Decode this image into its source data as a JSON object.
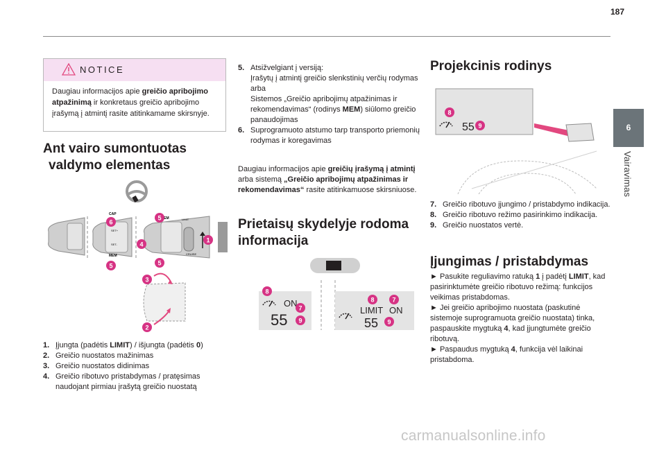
{
  "page": {
    "number": "187"
  },
  "side_tab": {
    "number": "6",
    "label": "Vairavimas"
  },
  "notice": {
    "title": "NOTICE",
    "text_1": "Daugiau informacijos apie ",
    "text_bold": "greičio apribojimo atpažinimą",
    "text_2": " ir konkretaus greičio apribojimo įrašymą į atmintį rasite atitinkamame skirsnyje."
  },
  "section1": {
    "title_line1": "Ant vairo sumontuotas",
    "title_line2": "valdymo elementas",
    "figure_labels": {
      "cap": "CAP",
      "mem": "MEM",
      "set_minus": "SET-",
      "set_plus": "SET+",
      "limit": "LIMIT",
      "cruise": "CRUISE",
      "zero": "0"
    },
    "callouts": [
      "1",
      "2",
      "3",
      "4",
      "5",
      "6"
    ],
    "items": [
      {
        "n": "1.",
        "t1": "Įjungta (padėtis ",
        "b": "LIMIT",
        "t2": ") / išjungta (padėtis ",
        "b2": "0",
        "t3": ")"
      },
      {
        "n": "2.",
        "t1": "Greičio nuostatos mažinimas"
      },
      {
        "n": "3.",
        "t1": "Greičio nuostatos didinimas"
      },
      {
        "n": "4.",
        "t1": "Greičio ribotuvo pristabdymas / pratęsimas naudojant pirmiau įrašytą greičio nuostatą"
      }
    ]
  },
  "section1_cont": {
    "items": [
      {
        "n": "5.",
        "lines": [
          "Atsižvelgiant į versiją:",
          "Įrašytų į atmintį greičio slenkstinių verčių rodymas",
          "arba"
        ],
        "t_before": "Sistemos „Greičio apribojimų atpažinimas ir rekomendavimas“ (rodinys ",
        "b": "MEM",
        "t_after": ") siūlomo greičio panaudojimas"
      },
      {
        "n": "6.",
        "t1": "Suprogramuoto atstumo tarp transporto priemonių rodymas ir koregavimas"
      }
    ],
    "more_1": "Daugiau informacijos apie ",
    "more_b1": "greičių įrašymą į atmintį",
    "more_2": " arba sistemą ",
    "more_b2": "„Greičio apribojimų atpažinimas ir rekomendavimas“",
    "more_3": " rasite atitinkamuose skirsniuose."
  },
  "section2": {
    "title_line1": "Prietaisų skydelyje rodoma",
    "title_line2": "informacija",
    "display_left": {
      "status": "ON",
      "speed": "55"
    },
    "display_right": {
      "limit": "LIMIT",
      "status": "ON",
      "speed": "55"
    },
    "callouts": [
      "7",
      "8",
      "9"
    ]
  },
  "section3": {
    "title": "Projekcinis rodinys",
    "display": {
      "speed": "55"
    },
    "callouts": [
      "8",
      "9"
    ],
    "items": [
      {
        "n": "7.",
        "t1": "Greičio ribotuvo įjungimo / pristabdymo indikacija."
      },
      {
        "n": "8.",
        "t1": "Greičio ribotuvo režimo pasirinkimo indikacija."
      },
      {
        "n": "9.",
        "t1": "Greičio nuostatos vertė."
      }
    ]
  },
  "section4": {
    "title": "Įjungimas / pristabdymas",
    "p1_1": "► Pasukite reguliavimo ratuką ",
    "p1_b1": "1",
    "p1_2": " į padėtį ",
    "p1_b2": "LIMIT",
    "p1_3": ", kad pasirinktumėte greičio ribotuvo režimą: funkcijos veikimas pristabdomas.",
    "p2_1": "► Jei greičio apribojimo nuostata (paskutinė sistemoje suprogramuota greičio nuostata) tinka, paspauskite mygtuką ",
    "p2_b": "4",
    "p2_2": ", kad įjungtumėte greičio ribotuvą.",
    "p3_1": "► Paspaudus mygtuką ",
    "p3_b": "4",
    "p3_2": ", funkcija vėl laikinai pristabdoma."
  },
  "watermark": "carmanualsonline.info",
  "colors": {
    "callout": "#d63384",
    "notice_band": "#f6dff2",
    "tab": "#6b7479"
  }
}
